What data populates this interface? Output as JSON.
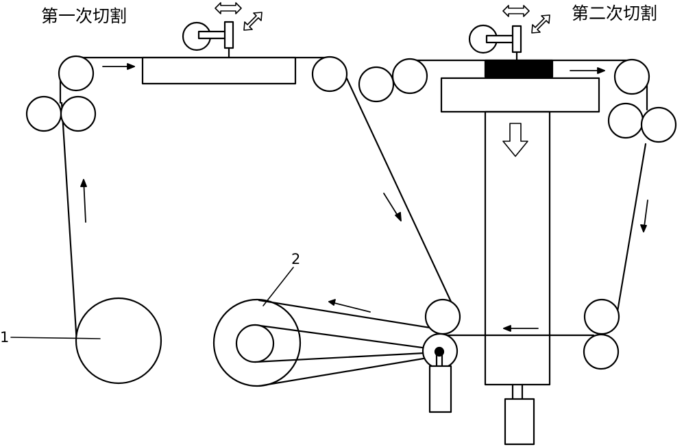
{
  "titles": {
    "first_cut": "第一次切割",
    "second_cut": "第二次切割"
  },
  "callouts": {
    "one": "1",
    "two": "2"
  },
  "colors": {
    "line": "#000000",
    "background": "#ffffff"
  }
}
